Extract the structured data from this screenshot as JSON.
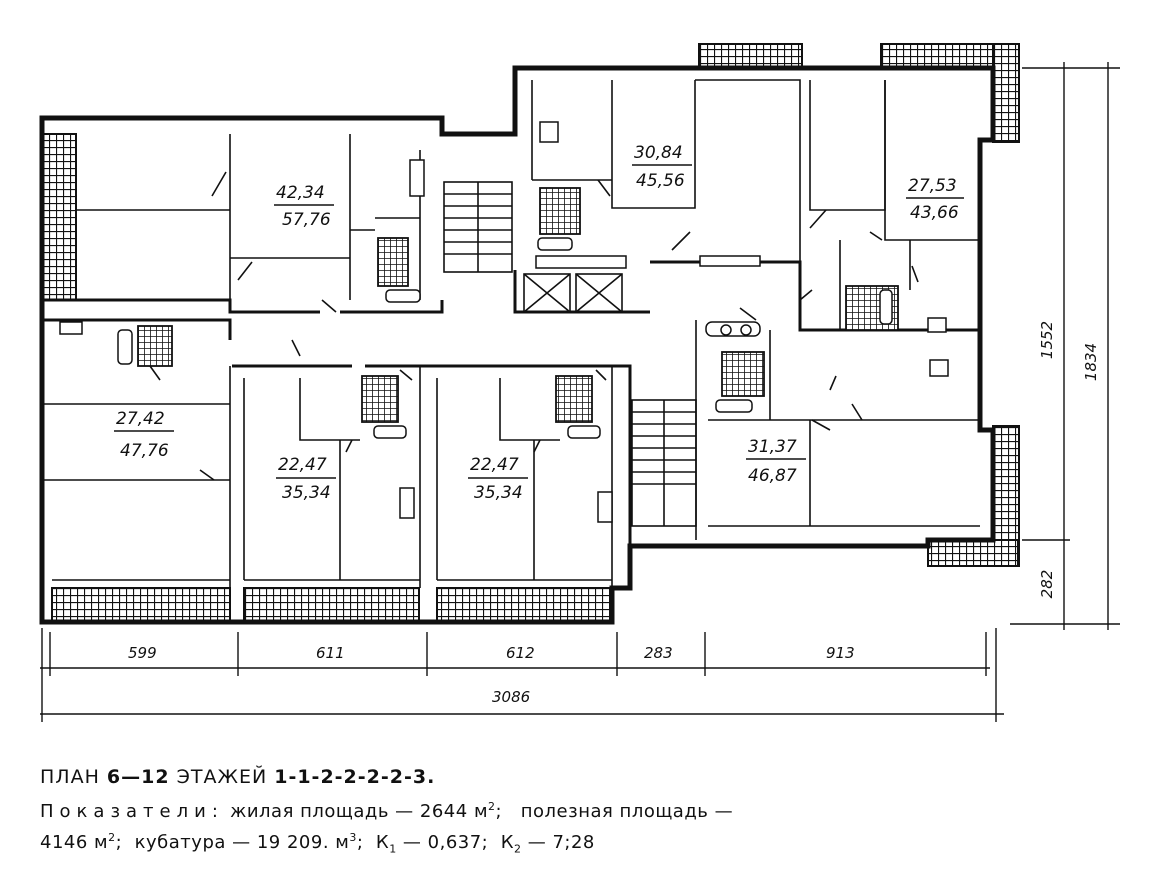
{
  "apartments": [
    {
      "living": "42,34",
      "total": "57,76"
    },
    {
      "living": "30,84",
      "total": "45,56"
    },
    {
      "living": "27,53",
      "total": "43,66"
    },
    {
      "living": "27,42",
      "total": "47,76"
    },
    {
      "living": "22,47",
      "total": "35,34"
    },
    {
      "living": "22,47",
      "total": "35,34"
    },
    {
      "living": "31,37",
      "total": "46,87"
    }
  ],
  "dimensions": {
    "segments": [
      "599",
      "611",
      "612",
      "283",
      "913"
    ],
    "overall": "3086",
    "right_depth": "1552",
    "right_total": "1834",
    "right_bay": "282"
  },
  "caption": {
    "plan_word": "ПЛАН",
    "floors": "6—12",
    "floors_word": "ЭТАЖЕЙ",
    "sections": "1-1-2-2-2-2-3.",
    "label": "Показатели:",
    "living_text": "жилая площадь — 2644",
    "useful_text": "полезная площадь —",
    "useful_value": "4146",
    "volume_text": "кубатура — 19 209.",
    "k1_label": "К",
    "k1_sub": "1",
    "k1_value": "— 0,637;",
    "k2_label": "К",
    "k2_sub": "2",
    "k2_value": "— 7;28",
    "unit_m": "м",
    "sq": "2",
    "cube": "3"
  }
}
